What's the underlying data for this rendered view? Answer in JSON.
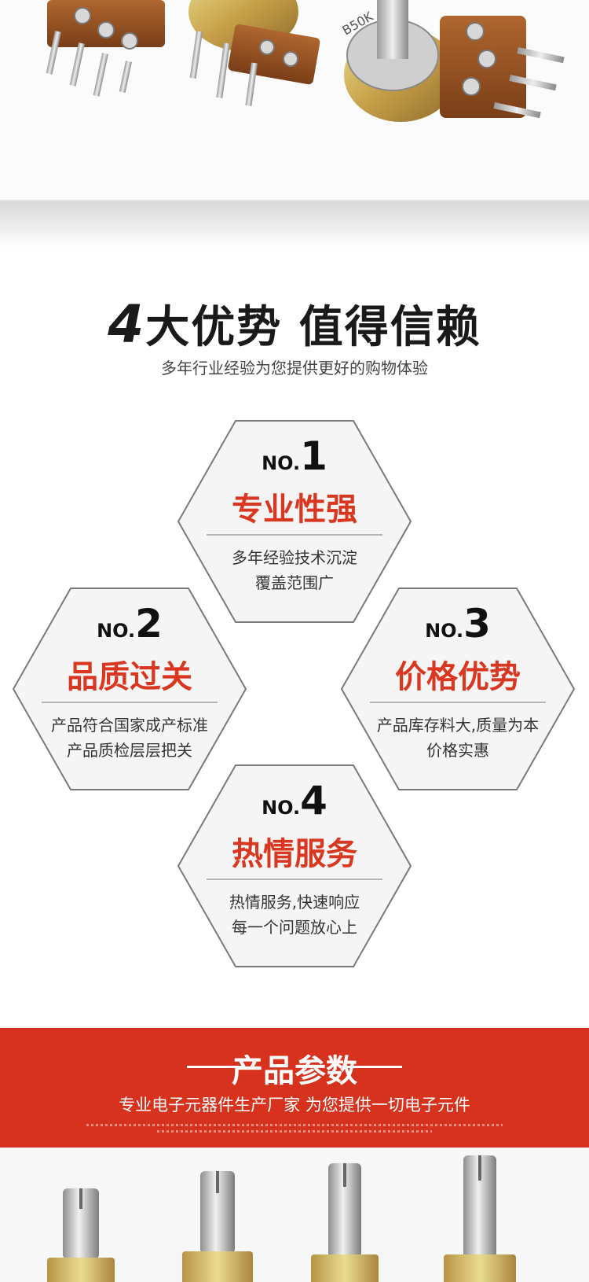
{
  "headline": {
    "number": "4",
    "text": "大优势 值得信赖"
  },
  "subtitle": "多年行业经验为您提供更好的购物体验",
  "advantages": [
    {
      "no": "NO.",
      "num": "1",
      "title": "专业性强",
      "lines": [
        "多年经验技术沉淀",
        "覆盖范围广"
      ]
    },
    {
      "no": "NO.",
      "num": "2",
      "title": "品质过关",
      "lines": [
        "产品符合国家成产标准",
        "产品质检层层把关"
      ]
    },
    {
      "no": "NO.",
      "num": "3",
      "title": "价格优势",
      "lines": [
        "产品库存料大,质量为本",
        "价格实惠"
      ]
    },
    {
      "no": "NO.",
      "num": "4",
      "title": "热情服务",
      "lines": [
        "热情服务,快速响应",
        "每一个问题放心上"
      ]
    }
  ],
  "banner": {
    "title": "产品参数",
    "subtitle": "专业电子元器件生产厂家 为您提供一切电子元件"
  },
  "colors": {
    "accent_red": "#d93720",
    "banner_red": "#d6321d",
    "hex_fill": "#f5f5f5",
    "hex_stroke": "#7a7a7a"
  }
}
